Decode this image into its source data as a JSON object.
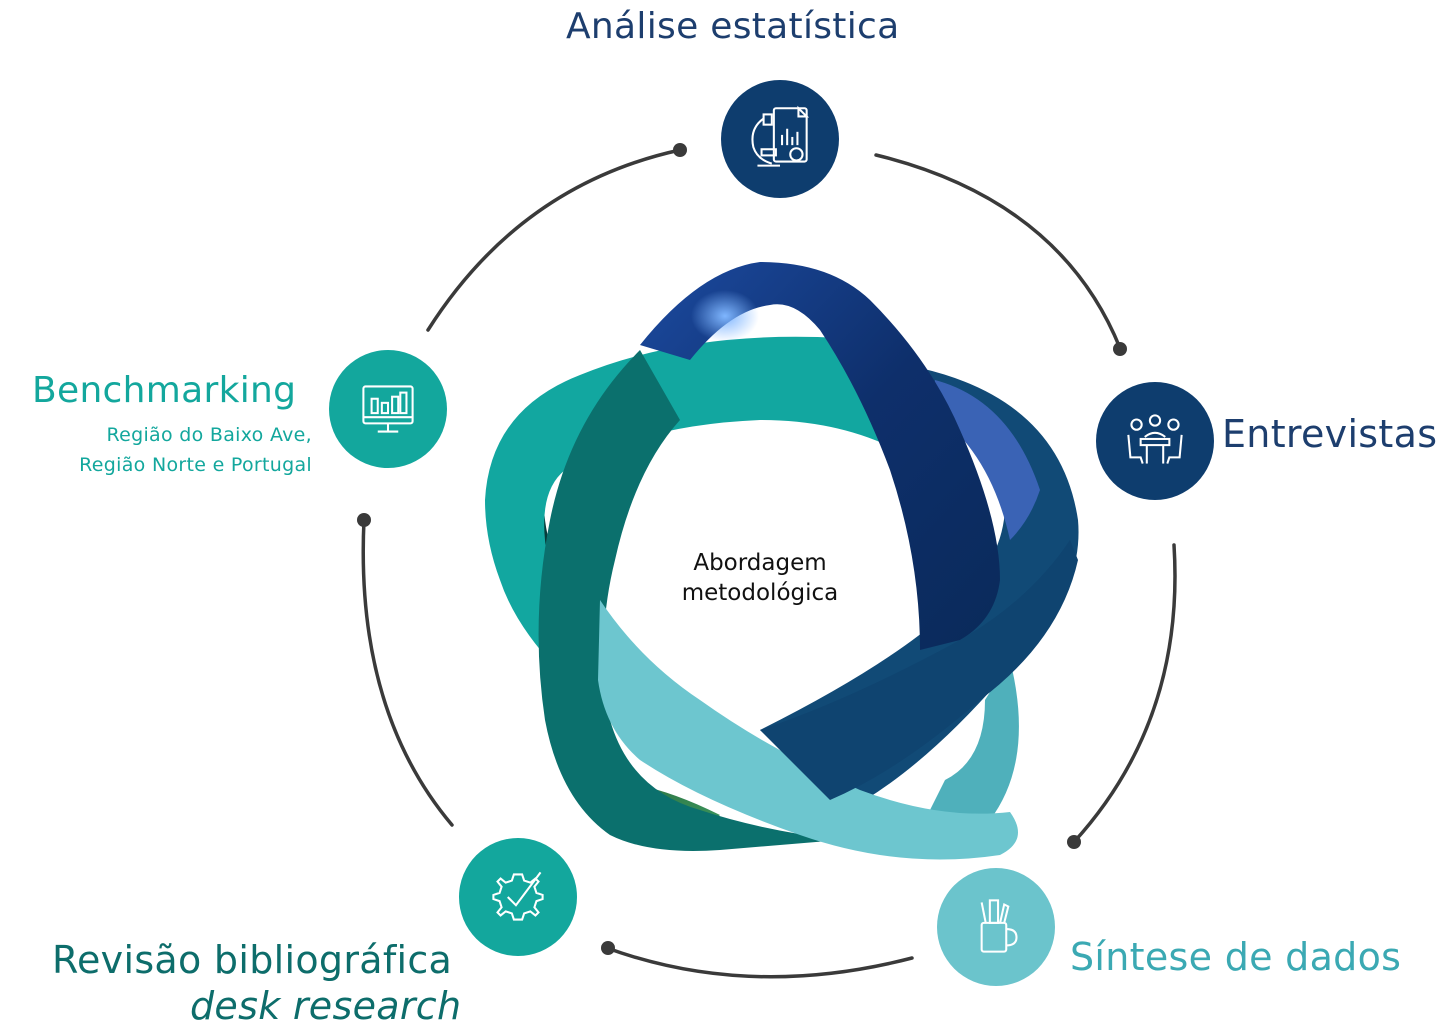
{
  "center": {
    "line1": "Abordagem",
    "line2": "metodológica"
  },
  "colors": {
    "navy": "#1d3e6e",
    "dark_teal": "#0d6d6b",
    "teal": "#13a79d",
    "light_teal": "#62bcc6",
    "connector": "#3a3a3a"
  },
  "steps": [
    {
      "title": "Análise estatística",
      "icon": "microscope-report-icon",
      "color": "#1d3e6e"
    },
    {
      "title": "Entrevistas",
      "icon": "meeting-table-icon",
      "color": "#1d3e6e"
    },
    {
      "title": "Síntese de dados",
      "icon": "pencil-cup-icon",
      "color": "#3ba9b3"
    },
    {
      "title": "Revisão bibliográfica",
      "subtitle": "desk research",
      "icon": "gear-check-icon",
      "color": "#0d6d6b"
    },
    {
      "title": "Benchmarking",
      "subtitle_line1": "Região do Baixo Ave,",
      "subtitle_line2": "Região Norte e Portugal",
      "icon": "monitor-chart-icon",
      "color": "#13a79d"
    }
  ]
}
